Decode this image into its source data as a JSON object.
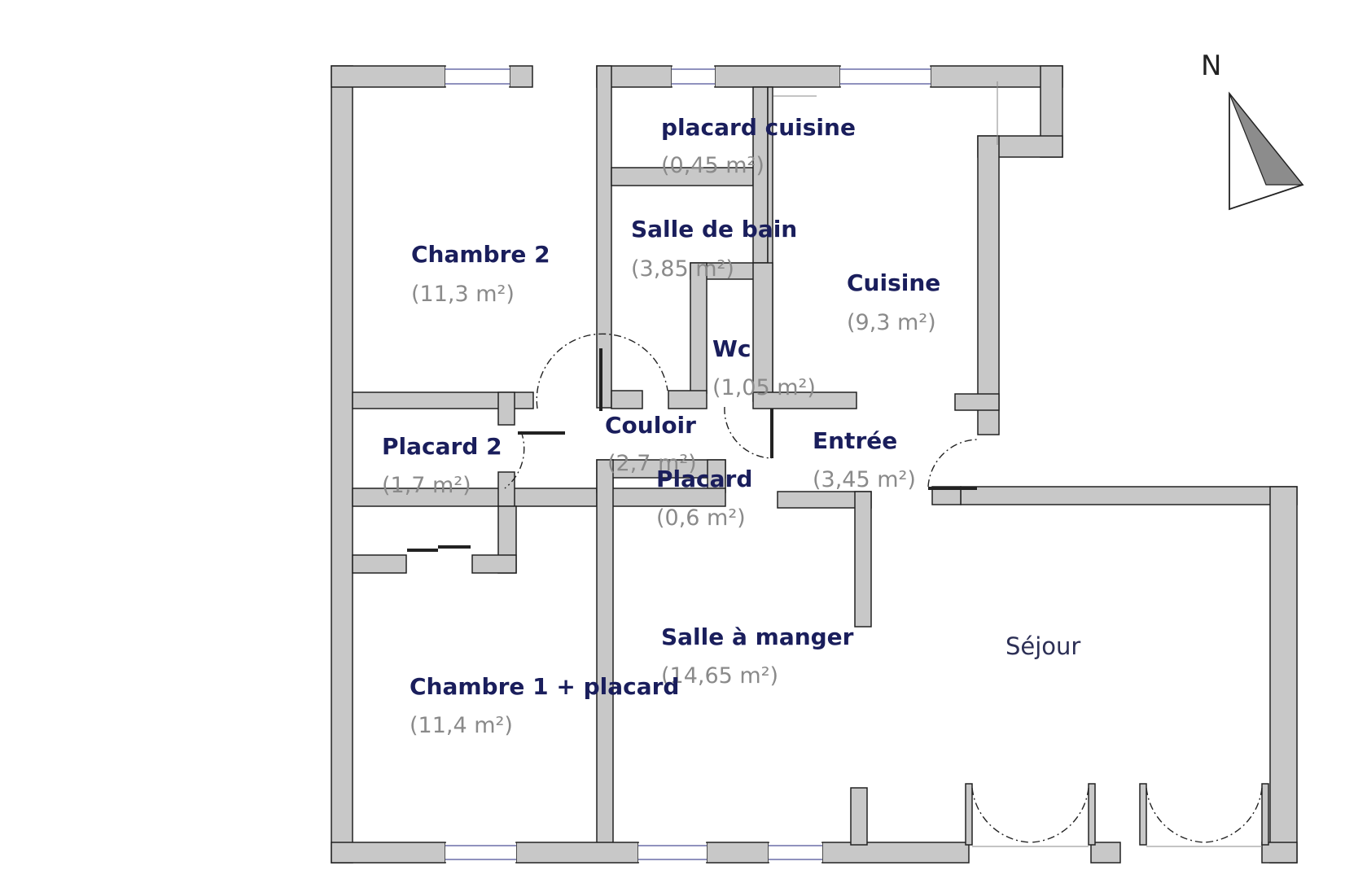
{
  "compass": {
    "label": "N"
  },
  "rooms": [
    {
      "id": "chambre-2",
      "name": "Chambre 2",
      "area": "(11,3 m²)"
    },
    {
      "id": "placard-cuisine",
      "name": "placard cuisine",
      "area": "(0,45 m²)"
    },
    {
      "id": "salle-de-bain",
      "name": "Salle de bain",
      "area": "(3,85 m²)"
    },
    {
      "id": "cuisine",
      "name": "Cuisine",
      "area": "(9,3 m²)"
    },
    {
      "id": "wc",
      "name": "Wc",
      "area": "(1,05 m²)"
    },
    {
      "id": "couloir",
      "name": "Couloir",
      "area": "(2,7 m²)"
    },
    {
      "id": "placard-2",
      "name": "Placard 2",
      "area": "(1,7 m²)"
    },
    {
      "id": "entree",
      "name": "Entrée",
      "area": "(3,45 m²)"
    },
    {
      "id": "placard",
      "name": "Placard",
      "area": "(0,6 m²)"
    },
    {
      "id": "salle-a-manger",
      "name": "Salle à manger",
      "area": "(14,65 m²)"
    },
    {
      "id": "chambre-1",
      "name": "Chambre 1 + placard",
      "area": "(11,4 m²)"
    },
    {
      "id": "sejour",
      "name": "Séjour",
      "area": ""
    }
  ]
}
